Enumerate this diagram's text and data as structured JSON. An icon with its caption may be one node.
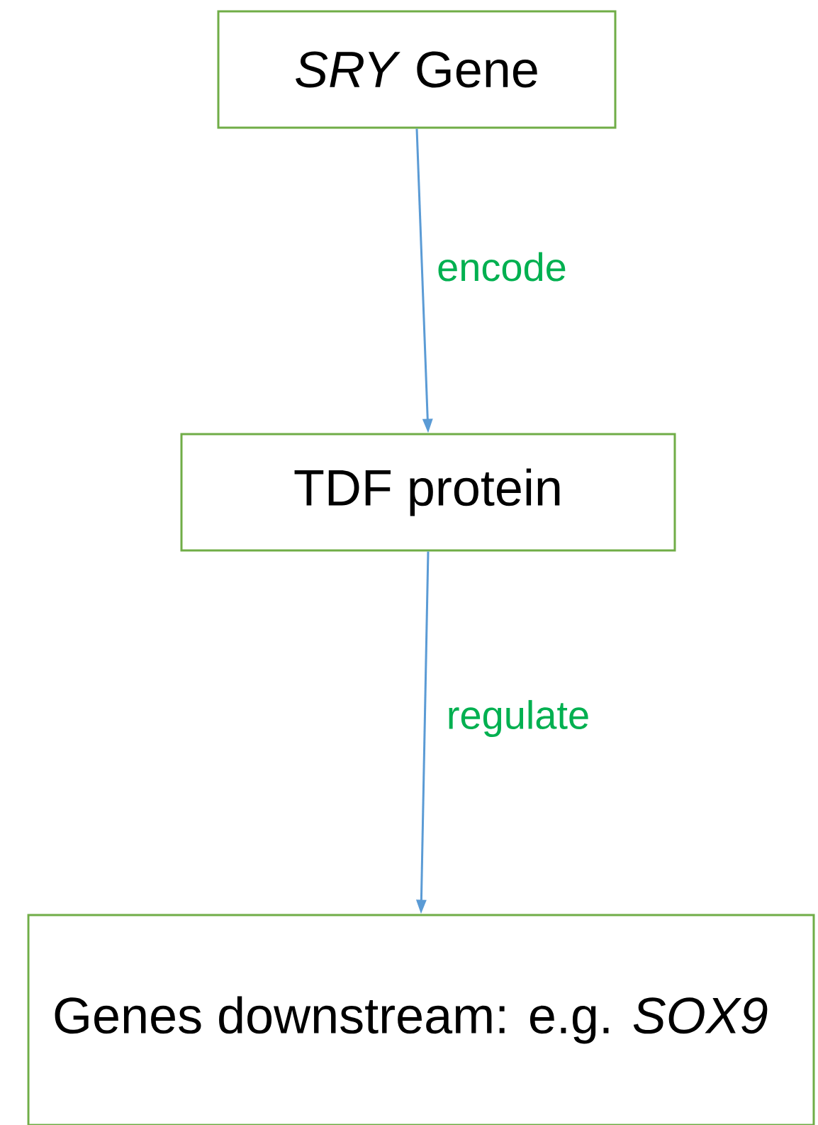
{
  "diagram": {
    "nodes": [
      {
        "text": [
          "*SRY* Gene"
        ]
      },
      {
        "text": [
          "TDF protein"
        ]
      },
      {
        "text": [
          "Genes downstream: e.g. *SOX9*"
        ]
      }
    ],
    "edges": [
      {
        "from": 0,
        "to": 1,
        "arrow": "to",
        "label": "encode"
      },
      {
        "from": 1,
        "to": 2,
        "arrow": "to",
        "label": "regulate"
      }
    ]
  }
}
